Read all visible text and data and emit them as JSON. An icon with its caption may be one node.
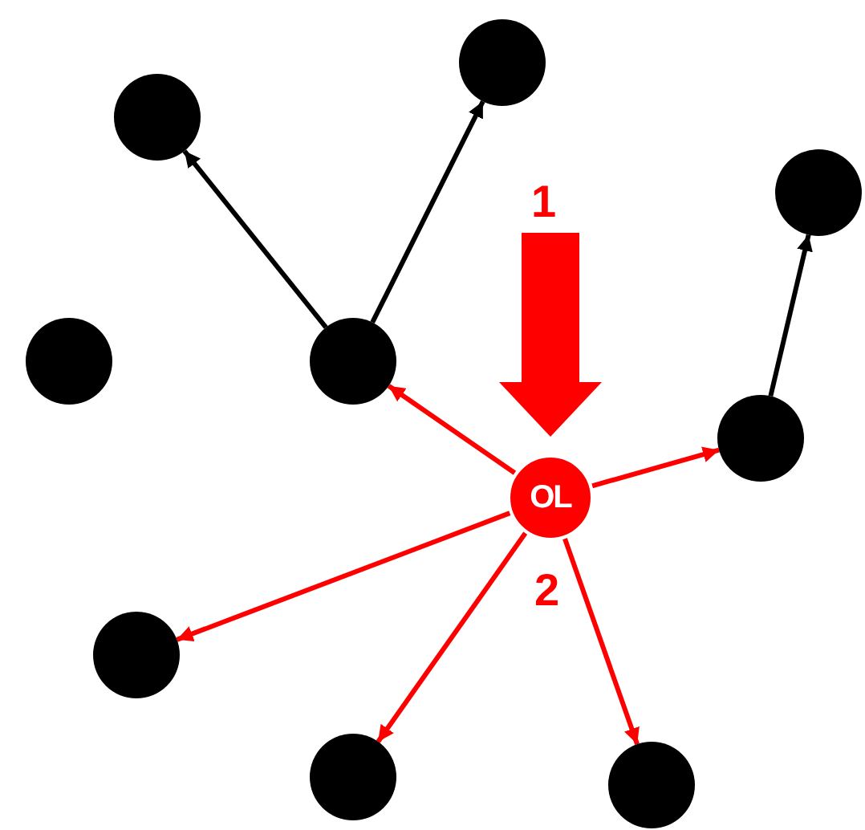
{
  "diagram": {
    "nodes": [
      {
        "text": [],
        "shape": "circle"
      },
      {
        "text": [],
        "shape": "circle"
      },
      {
        "text": [],
        "shape": "circle"
      },
      {
        "text": [],
        "shape": "circle"
      },
      {
        "text": [],
        "shape": "circle"
      },
      {
        "text": [],
        "shape": "circle"
      },
      {
        "text": [
          "OL"
        ]
      },
      {
        "text": [],
        "shape": "circle"
      },
      {
        "text": [],
        "shape": "circle"
      },
      {
        "text": [],
        "shape": "circle"
      }
    ],
    "edges": [
      {
        "from": 4,
        "to": 1,
        "arrow": "to",
        "color": "#000000"
      },
      {
        "from": 4,
        "to": 0,
        "arrow": "to",
        "color": "#000000"
      },
      {
        "from": 5,
        "to": 2,
        "arrow": "to",
        "color": "#000000"
      },
      {
        "from": 6,
        "to": 4,
        "arrow": "to",
        "color": "#ff0000"
      },
      {
        "from": 6,
        "to": 5,
        "arrow": "to",
        "color": "#ff0000"
      },
      {
        "from": 6,
        "to": 7,
        "arrow": "to",
        "color": "#ff0000"
      },
      {
        "from": 6,
        "to": 8,
        "arrow": "to",
        "color": "#ff0000"
      },
      {
        "from": 6,
        "to": 9,
        "arrow": "to",
        "color": "#ff0000"
      },
      {
        "from": null,
        "to": 6,
        "arrow": "to",
        "style": "thick",
        "color": "#ff0000"
      }
    ],
    "labels": [
      "1",
      "2"
    ]
  }
}
